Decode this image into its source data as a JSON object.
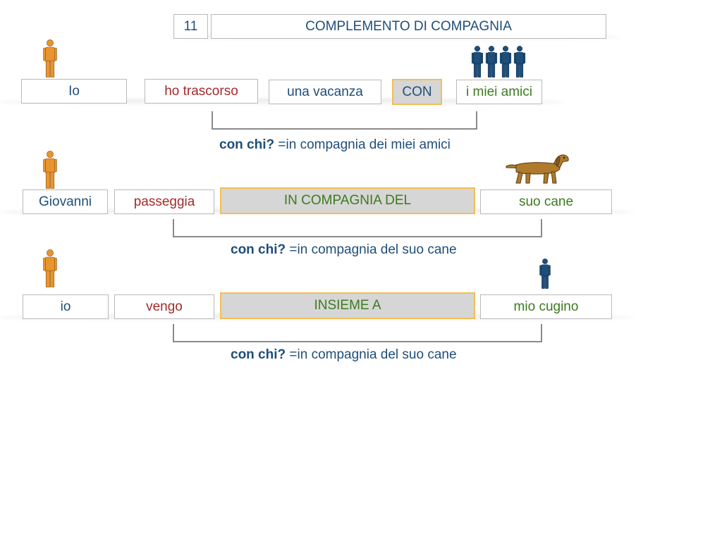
{
  "colors": {
    "title_blue": "#1f4e79",
    "verb_red": "#a52a2a",
    "object_green": "#3d7a1f",
    "highlight_fill": "#d6d6d6",
    "highlight_border": "#f0bf55",
    "person_orange": "#e8952f",
    "person_blue": "#1f4e79",
    "dog_brown": "#b07a2c"
  },
  "header": {
    "number": "11",
    "title": "COMPLEMENTO DI COMPAGNIA"
  },
  "rows": [
    {
      "words": [
        "Io",
        "ho trascorso",
        "una vacanza",
        "CON",
        "i miei amici"
      ],
      "question": "con chi?",
      "answer": " =in compagnia dei miei amici",
      "left_icon": "person-icon",
      "right_icon": "group-of-people-icon"
    },
    {
      "words": [
        "Giovanni",
        "passeggia",
        "IN COMPAGNIA DEL",
        "suo cane"
      ],
      "question": "con chi?",
      "answer": " =in compagnia del suo cane",
      "left_icon": "person-icon",
      "right_icon": "dog-icon"
    },
    {
      "words": [
        "io",
        "vengo",
        "INSIEME A",
        "mio cugino"
      ],
      "question": "con chi?",
      "answer": " =in compagnia del suo cane",
      "left_icon": "person-icon",
      "right_icon": "person-icon"
    }
  ]
}
